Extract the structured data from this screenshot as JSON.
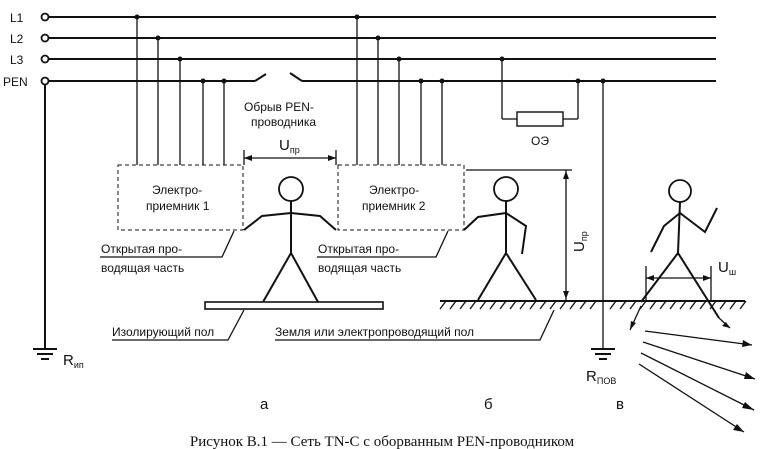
{
  "lines": {
    "l1": "L1",
    "l2": "L2",
    "l3": "L3",
    "pen": "PEN"
  },
  "labels": {
    "break_line1": "Обрыв PEN-",
    "break_line2": "проводника",
    "oe": "ОЭ",
    "u_pr_main": "U",
    "u_pr_sub": "пр",
    "u_pr2_main": "U",
    "u_pr2_sub": "пр",
    "u_sh_main": "U",
    "u_sh_sub": "ш",
    "receiver1_line1": "Электро-",
    "receiver1_line2": "приемник 1",
    "receiver2_line1": "Электро-",
    "receiver2_line2": "приемник 2",
    "open_part1_line1": "Открытая про-",
    "open_part1_line2": "водящая часть",
    "open_part2_line1": "Открытая про-",
    "open_part2_line2": "водящая часть",
    "insulating_floor": "Изолирующий пол",
    "earth_floor": "Земля или электропроводящий пол",
    "r_ip_main": "R",
    "r_ip_sub": "ип",
    "r_pov_main": "R",
    "r_pov_sub": "ПОВ",
    "part_a": "а",
    "part_b": "б",
    "part_v": "в"
  },
  "caption": "Рисунок В.1 — Сеть TN-C с оборванным PEN-проводником"
}
